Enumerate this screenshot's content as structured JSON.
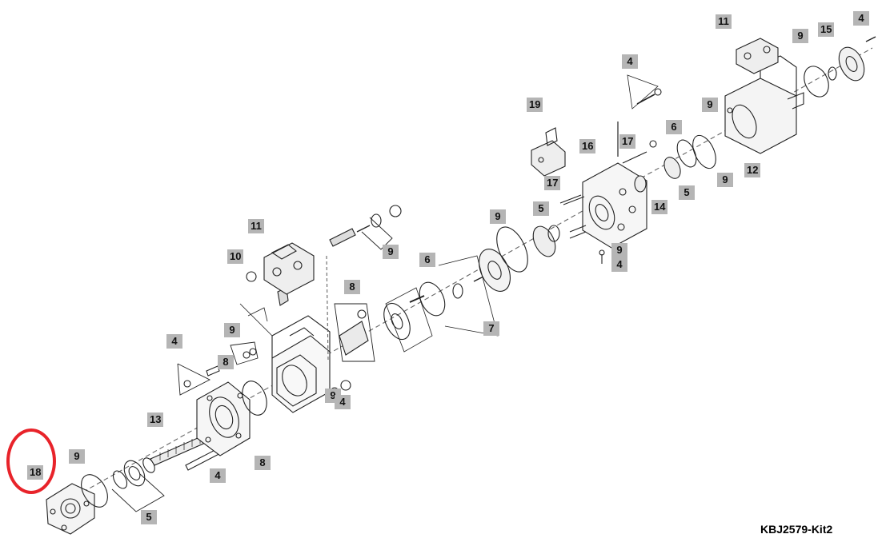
{
  "kit_code": "KBJ2579-Kit2",
  "highlight_color": "#e8232a",
  "callout_color": "#b5b5b5",
  "highlighted_callout": "18",
  "callouts": [
    "11",
    "9",
    "15",
    "4",
    "4",
    "19",
    "9",
    "16",
    "17",
    "6",
    "17",
    "12",
    "5",
    "14",
    "9",
    "9",
    "5",
    "9",
    "4",
    "11",
    "9",
    "10",
    "6",
    "8",
    "7",
    "9",
    "4",
    "8",
    "9",
    "4",
    "13",
    "8",
    "9",
    "18",
    "4",
    "5"
  ]
}
